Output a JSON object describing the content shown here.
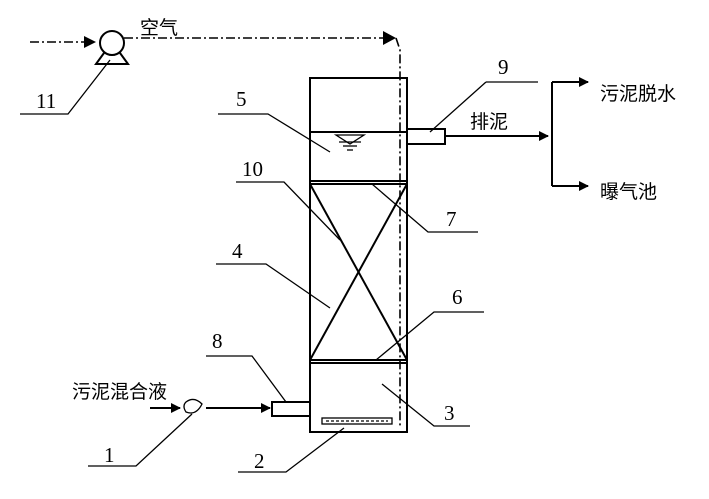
{
  "labels": {
    "air": "空气",
    "sludge_discharge": "排泥",
    "sludge_dewatering": "污泥脱水",
    "aeration_tank": "曝气池",
    "sludge_mixture": "污泥混合液"
  },
  "numbers": {
    "n1": "1",
    "n2": "2",
    "n3": "3",
    "n4": "4",
    "n5": "5",
    "n6": "6",
    "n7": "7",
    "n8": "8",
    "n9": "9",
    "n10": "10",
    "n11": "11"
  }
}
